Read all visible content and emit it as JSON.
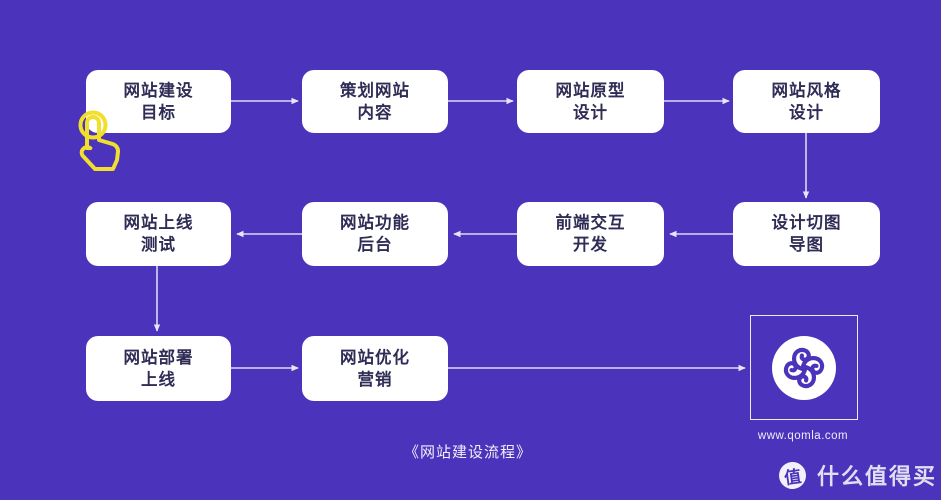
{
  "caption": "《网站建设流程》",
  "flow": {
    "nodes": [
      {
        "label": "网站建设\n目标"
      },
      {
        "label": "策划网站\n内容"
      },
      {
        "label": "网站原型\n设计"
      },
      {
        "label": "网站风格\n设计"
      },
      {
        "label": "网站上线\n测试"
      },
      {
        "label": "网站功能\n后台"
      },
      {
        "label": "前端交互\n开发"
      },
      {
        "label": "设计切图\n导图"
      },
      {
        "label": "网站部署\n上线"
      },
      {
        "label": "网站优化\n营销"
      }
    ],
    "edges": [
      "网站建设目标 → 策划网站内容",
      "策划网站内容 → 网站原型设计",
      "网站原型设计 → 网站风格设计",
      "网站风格设计 → 设计切图导图",
      "设计切图导图 → 前端交互开发",
      "前端交互开发 → 网站功能后台",
      "网站功能后台 → 网站上线测试",
      "网站上线测试 → 网站部署上线",
      "网站部署上线 → 网站优化营销",
      "网站优化营销 → qomla标志"
    ]
  },
  "logo": {
    "icon": "qomla-clover-logo",
    "website": "www.qomla.com"
  },
  "watermark": {
    "badge": "值",
    "text": "什么值得买"
  },
  "colors": {
    "background": "#4B34BB",
    "node_background": "#FFFFFF",
    "node_text": "#2F2C55",
    "connector": "#DCD8F4",
    "hand_cursor": "#F2DE2D"
  }
}
